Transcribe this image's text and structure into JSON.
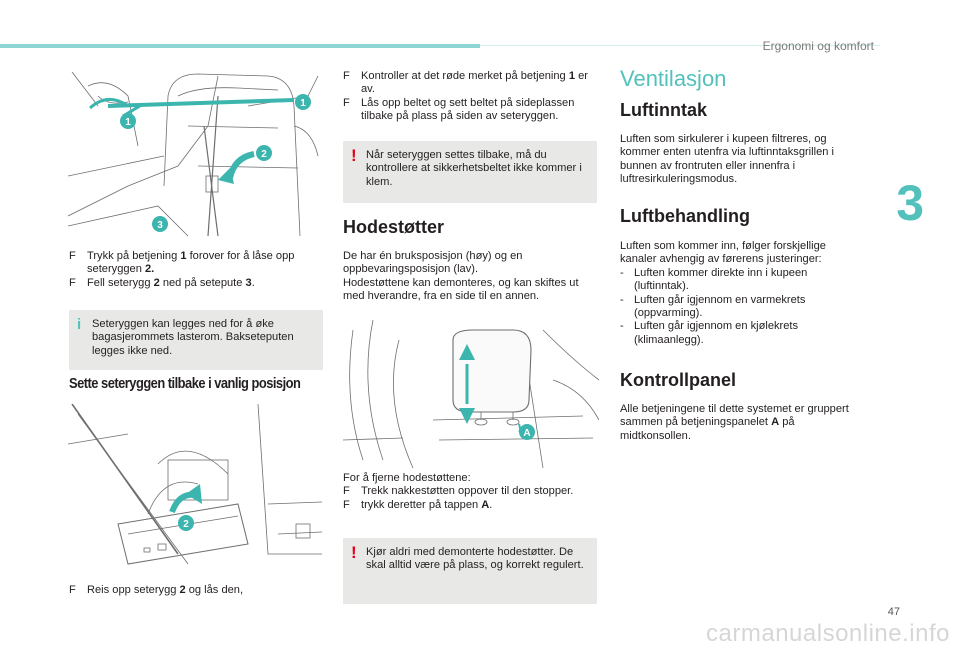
{
  "header": {
    "section": "Ergonomi og komfort",
    "chapter": "3",
    "page": "47"
  },
  "watermark": "carmanualsonline.info",
  "col1": {
    "illustration_labels": [
      "1",
      "1",
      "2",
      "3"
    ],
    "steps": [
      {
        "mark": "F",
        "pre": "Trykk på betjening ",
        "b1": "1",
        "mid": " forover for å låse opp seteryggen ",
        "b2": "2.",
        "post": ""
      },
      {
        "mark": "F",
        "pre": "Fell seterygg ",
        "b1": "2",
        "mid": " ned på setepute ",
        "b2": "3",
        "post": "."
      }
    ],
    "info_note": "Seteryggen kan legges ned for å øke bagasjerommets lasterom. Baksete­puten legges ikke ned.",
    "info_icon": "i",
    "heading": "Sette seteryggen tilbake i vanlig posisjon",
    "illustration2_label": "2",
    "step_final": {
      "mark": "F",
      "pre": "Reis opp seterygg ",
      "b1": "2",
      "post": " og lås den,"
    }
  },
  "col2": {
    "steps": [
      {
        "mark": "F",
        "pre": "Kontroller at det røde merket på betjening ",
        "b1": "1",
        "post": " er av."
      },
      {
        "mark": "F",
        "pre": "Lås opp beltet og sett beltet på sideplassen tilbake på plass på siden av seteryggen.",
        "b1": "",
        "post": ""
      }
    ],
    "warn_note1": "Når seteryggen settes tilbake, må du kontrollere at sikkerhetsbeltet ikke kommer i klem.",
    "warn_icon": "!",
    "heading": "Hodestøtter",
    "intro": "De har én bruksposisjon (høy) og en oppbevaringsposisjon (lav).\nHodestøttene kan demonteres, og kan skiftes ut med hverandre, fra en side til en annen.",
    "illustration_label": "A",
    "remove_title": "For å fjerne hodestøttene:",
    "remove_steps": [
      {
        "mark": "F",
        "pre": "Trekk nakkestøtten oppover til den stopper.",
        "b1": "",
        "post": ""
      },
      {
        "mark": "F",
        "pre": "trykk deretter på tappen ",
        "b1": "A",
        "post": "."
      }
    ],
    "warn_note2": "Kjør aldri med demonterte hodestøtter. De skal alltid være på plass, og korrekt regulert."
  },
  "col3": {
    "title": "Ventilasjon",
    "sec1_heading": "Luftinntak",
    "sec1_text": "Luften som sirkulerer i kupeen filtreres, og kommer enten utenfra via luftinntaksgrillen i bunnen av frontruten eller innenfra i luftresirkuleringsmodus.",
    "sec2_heading": "Luftbehandling",
    "sec2_intro": "Luften som kommer inn, følger forskjellige kanaler avhengig av førerens justeringer:",
    "sec2_items": [
      "Luften kommer direkte inn i kupeen (luftinntak).",
      "Luften går igjennom en varmekrets (oppvarming).",
      "Luften går igjennom en kjølekrets (klimaanlegg)."
    ],
    "dash": "-",
    "sec3_heading": "Kontrollpanel",
    "sec3_pre": "Alle betjeningene til dette systemet er gruppert sammen på betjeningspanelet ",
    "sec3_b": "A",
    "sec3_post": " på midtkonsollen."
  },
  "colors": {
    "accent": "#52c1bc",
    "warning": "#e2001a",
    "note_bg": "#e8e8e6"
  }
}
